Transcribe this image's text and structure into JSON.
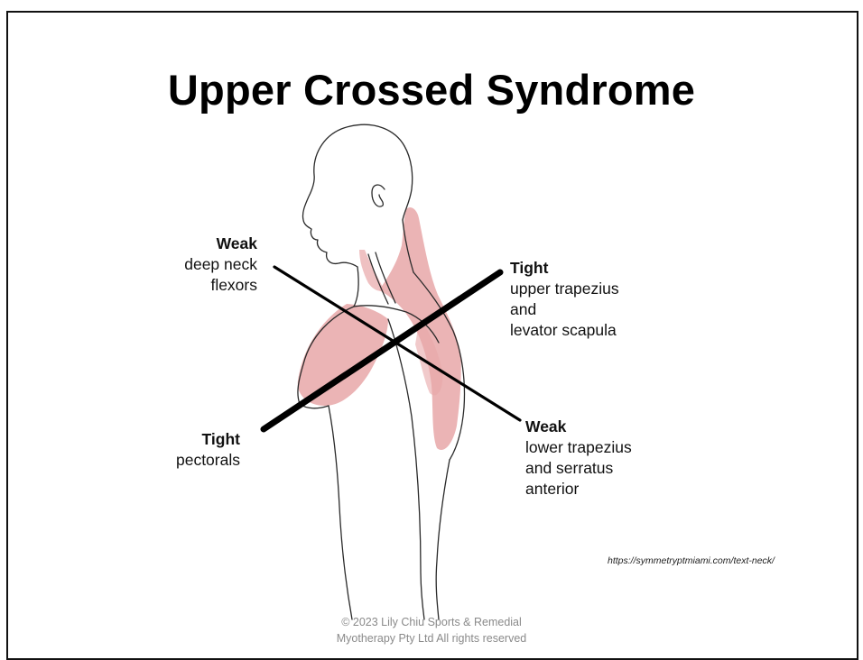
{
  "title": "Upper Crossed Syndrome",
  "labels": {
    "weak_neck": {
      "heading": "Weak",
      "lines": [
        "deep neck",
        "flexors"
      ]
    },
    "tight_traps": {
      "heading": "Tight",
      "lines": [
        "upper trapezius",
        "and",
        "levator scapula"
      ]
    },
    "tight_pecs": {
      "heading": "Tight",
      "lines": [
        "pectorals"
      ]
    },
    "weak_lower": {
      "heading": "Weak",
      "lines": [
        "lower trapezius",
        "and serratus",
        "anterior"
      ]
    }
  },
  "source_url": "https://symmetryptmiami.com/text-neck/",
  "copyright": [
    "© 2023 Lily Chiu Sports & Remedial",
    "Myotherapy Pty Ltd All rights reserved"
  ],
  "colors": {
    "muscle": "#e8a7a8",
    "outline": "#2a2a2a",
    "cross_line": "#000000"
  }
}
